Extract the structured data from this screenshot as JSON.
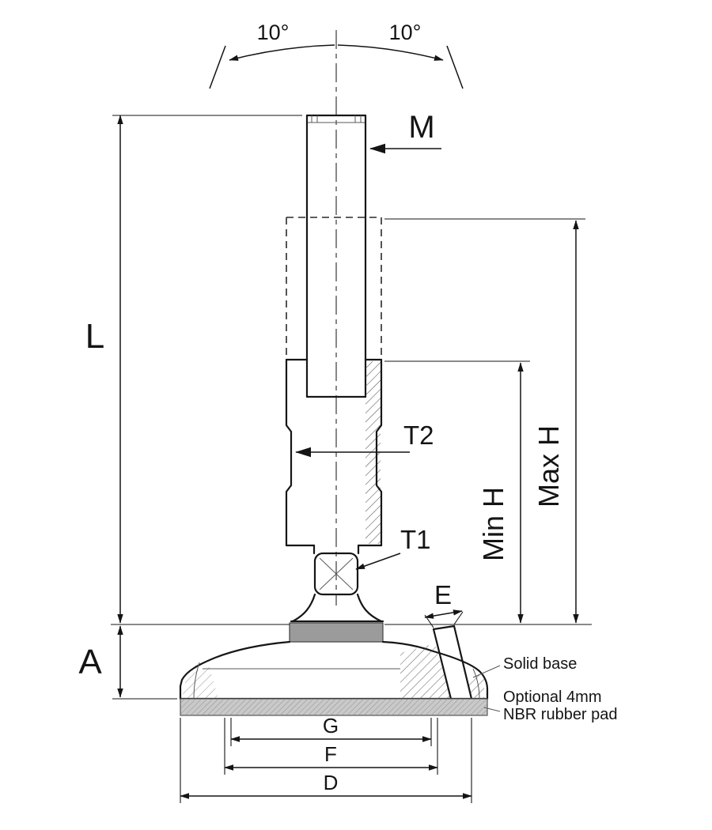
{
  "labels": {
    "angle_left": "10°",
    "angle_right": "10°",
    "thread_size": "M",
    "overall_length": "L",
    "base_height": "A",
    "spanner_size": "T2",
    "drive_size": "T1",
    "min_height": "Min H",
    "max_height": "Max H",
    "hole_diameter": "E",
    "dim_g": "G",
    "dim_f": "F",
    "dim_d": "D"
  },
  "notes": {
    "solid_base": "Solid base",
    "pad_line1": "Optional 4mm",
    "pad_line2": "NBR rubber pad"
  },
  "colors": {
    "line": "#161616",
    "seat_gray": "#9b9b9b",
    "pad_gray": "#c9c9c9",
    "background": "#ffffff"
  }
}
